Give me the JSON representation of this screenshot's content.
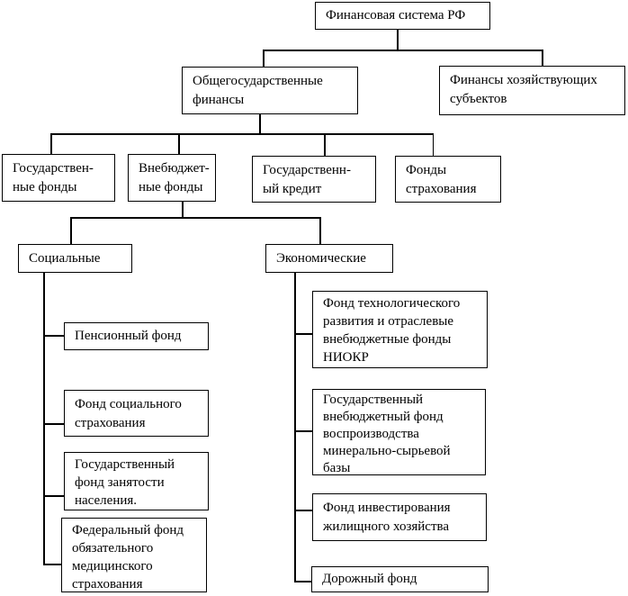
{
  "page": {
    "background_color": "#ffffff",
    "line_color": "#000000",
    "text_color": "#000000"
  },
  "nodes": {
    "root": "Финансовая система РФ",
    "state_finances": "Общегосударственные\nфинансы",
    "business_finances": "Финансы хозяйствующих\nсубъектов",
    "state_funds": "Государствен-\nные фонды",
    "extrabudgetary_funds": "Внебюджет-\nные фонды",
    "state_credit": "Государственн-\nый кредит",
    "insurance_funds": "Фонды\nстрахования",
    "social": "Социальные",
    "economic": "Экономические",
    "pension_fund": "Пенсионный фонд",
    "social_insurance_fund": "Фонд социального\nстрахования",
    "employment_fund": "Государственный\nфонд занятости\nнаселения.",
    "medical_insurance_fund": "Федеральный фонд\nобязательного\nмедицинского\nстрахования",
    "niokr_fund": "Фонд технологического\nразвития и отраслевые\nвнебюджетные фонды\nНИОКР",
    "mineral_base_fund": "Государственный\nвнебюджетный фонд\nвоспроизводства\nминерально-сырьевой\nбазы",
    "housing_investment_fund": "Фонд инвестирования\nжилищного хозяйства",
    "road_fund": "Дорожный фонд"
  }
}
